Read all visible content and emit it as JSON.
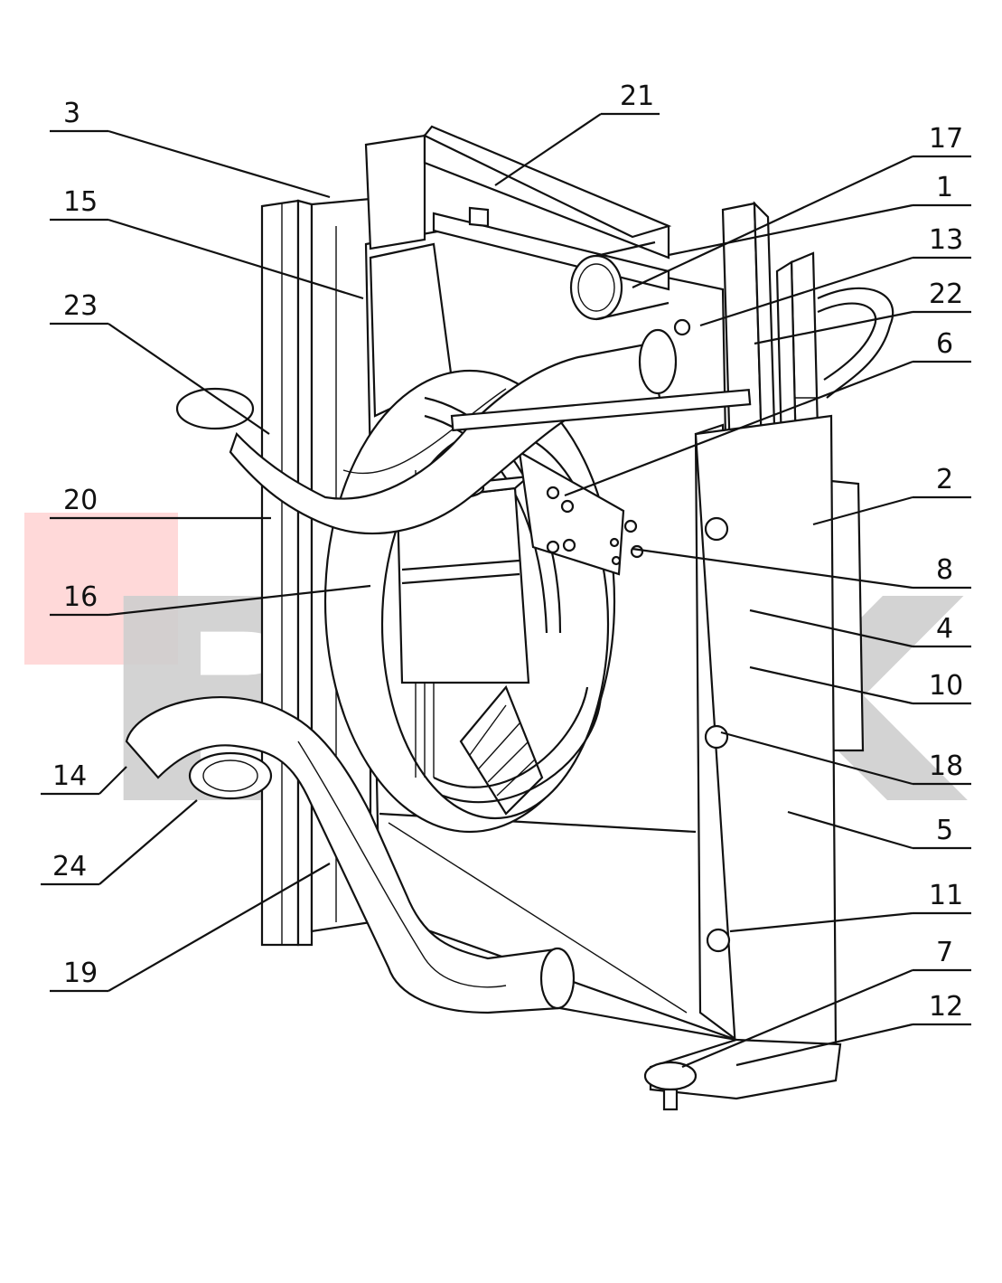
{
  "watermark": {
    "text": "BLX",
    "color": "#cfcfcf",
    "highlight_color": "#ffd9d9"
  },
  "callouts": [
    {
      "id": "3",
      "label": "3"
    },
    {
      "id": "15",
      "label": "15"
    },
    {
      "id": "23",
      "label": "23"
    },
    {
      "id": "20",
      "label": "20"
    },
    {
      "id": "16",
      "label": "16"
    },
    {
      "id": "14",
      "label": "14"
    },
    {
      "id": "24",
      "label": "24"
    },
    {
      "id": "19",
      "label": "19"
    },
    {
      "id": "21",
      "label": "21"
    },
    {
      "id": "17",
      "label": "17"
    },
    {
      "id": "1",
      "label": "1"
    },
    {
      "id": "13",
      "label": "13"
    },
    {
      "id": "22",
      "label": "22"
    },
    {
      "id": "6",
      "label": "6"
    },
    {
      "id": "2",
      "label": "2"
    },
    {
      "id": "8",
      "label": "8"
    },
    {
      "id": "4",
      "label": "4"
    },
    {
      "id": "10",
      "label": "10"
    },
    {
      "id": "18",
      "label": "18"
    },
    {
      "id": "5",
      "label": "5"
    },
    {
      "id": "11",
      "label": "11"
    },
    {
      "id": "7",
      "label": "7"
    },
    {
      "id": "12",
      "label": "12"
    }
  ]
}
